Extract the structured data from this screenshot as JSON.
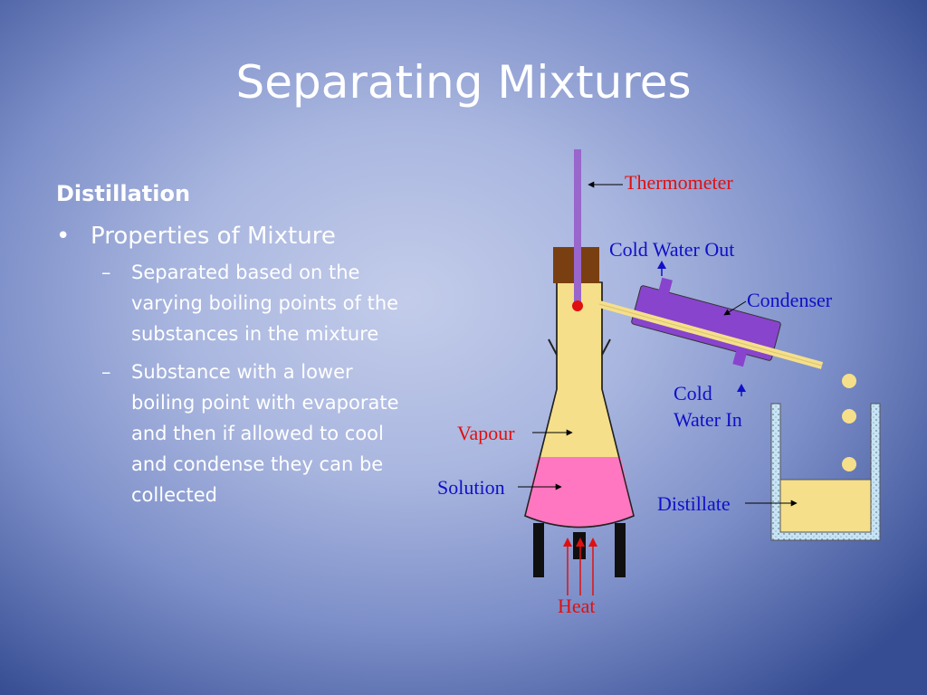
{
  "slide": {
    "title": "Separating Mixtures",
    "heading": "Distillation",
    "bullet": {
      "marker": "•",
      "text": "Properties of Mixture"
    },
    "sub_bullets": [
      {
        "marker": "–",
        "lines": [
          "Separated based on the",
          "varying boiling points of the",
          "substances in the mixture"
        ]
      },
      {
        "marker": "–",
        "lines": [
          "Substance with a lower",
          "boiling point with evaporate",
          "and then if allowed to cool",
          "and condense they can be",
          "collected"
        ]
      }
    ]
  },
  "diagram": {
    "labels": {
      "thermometer": "Thermometer",
      "cold_water_out": "Cold Water Out",
      "condenser": "Condenser",
      "cold_water_in_1": "Cold",
      "cold_water_in_2": "Water In",
      "vapour": "Vapour",
      "solution": "Solution",
      "distillate": "Distillate",
      "heat": "Heat"
    },
    "colors": {
      "label_blue": "#1010c8",
      "label_red": "#e01010",
      "thermometer": "#9966cc",
      "stopper": "#7a3f10",
      "vapour": "#f5df8a",
      "solution": "#ff77c0",
      "condenser": "#8844cc",
      "stand": "#101010",
      "beaker_water": "#c8e4f4"
    }
  }
}
